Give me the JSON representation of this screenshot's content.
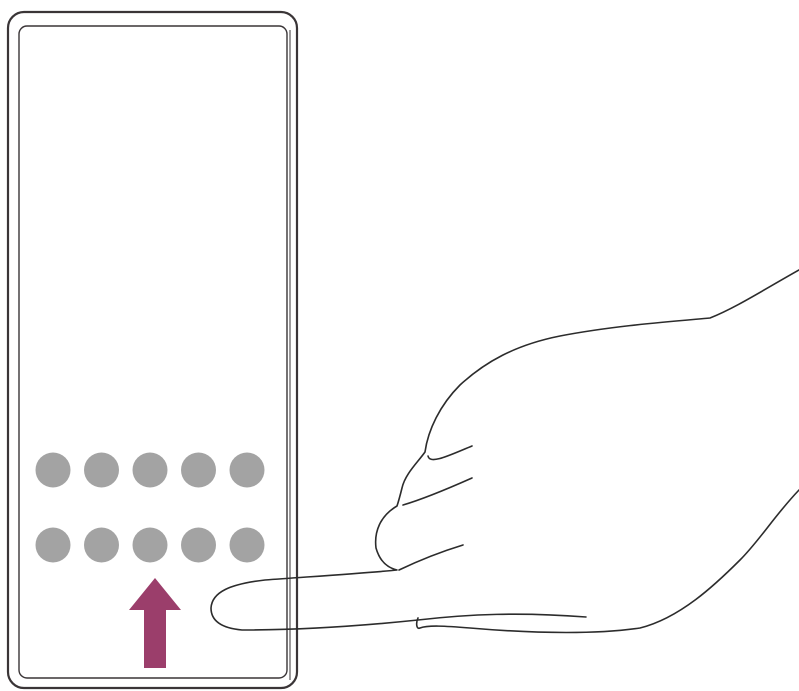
{
  "illustration": {
    "icon_rows": 2,
    "icons_per_row": 5,
    "gesture": "swipe-up",
    "colors": {
      "outline": "#3a3537",
      "icon_fill": "#a3a3a3",
      "arrow": "#9b3e6b",
      "background": "#ffffff"
    }
  }
}
